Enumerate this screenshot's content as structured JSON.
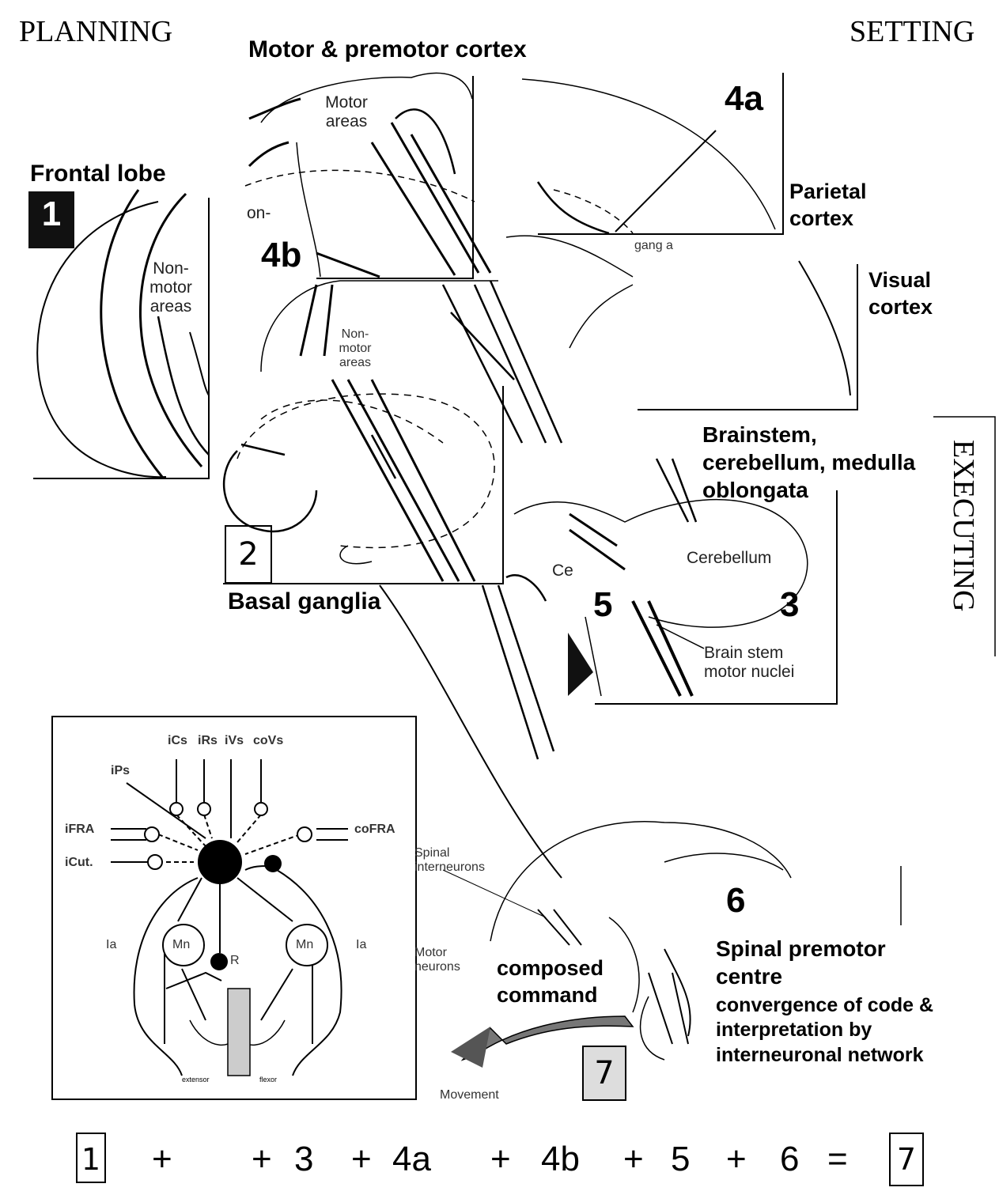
{
  "corners": {
    "planning": "PLANNING",
    "setting": "SETTING",
    "executing": "EXECUTING"
  },
  "labels": {
    "motor_premotor": "Motor & premotor cortex",
    "motor_areas": "Motor areas",
    "four_a": "4a",
    "frontal_lobe": "Frontal lobe",
    "one": "1",
    "non_motor_areas": "Non-motor areas",
    "parietal": "Parietal cortex",
    "four_b": "4b",
    "non_cut": "on-",
    "ganglia_small": "gang a",
    "visual": "Visual cortex",
    "nonmotor_small": "Non-motor areas",
    "brainstem": "Brainstem, cerebellum, medulla oblongata",
    "two": "2",
    "ce": "Ce",
    "cerebellum": "Cerebellum",
    "five": "5",
    "three": "3",
    "basal_ganglia": "Basal ganglia",
    "brainstem_nuclei": "Brain stem motor nuclei",
    "six": "6",
    "spinal_premotor": "Spinal premotor centre",
    "convergence": "convergence of code & interpretation by interneuronal network",
    "composed": "composed command",
    "seven": "7",
    "spinal_interneurons": "Spinal interneurons",
    "motor_neurons": "Motor neurons",
    "movement": "Movement"
  },
  "inset": {
    "top_inputs": [
      "iCs",
      "iRs",
      "iVs",
      "coVs"
    ],
    "ips": "iPs",
    "ifra": "iFRA",
    "cofra": "coFRA",
    "icut": "iCut.",
    "mn_left": "Mn",
    "mn_right": "Mn",
    "r": "R",
    "ia_left": "Ia",
    "ia_right": "Ia",
    "extensor": "extensor",
    "flexor": "flexor"
  },
  "equation": [
    "1",
    "+",
    "+",
    "3",
    "+",
    "4a",
    "+",
    "4b",
    "+",
    "5",
    "+",
    "6",
    "=",
    "7"
  ]
}
